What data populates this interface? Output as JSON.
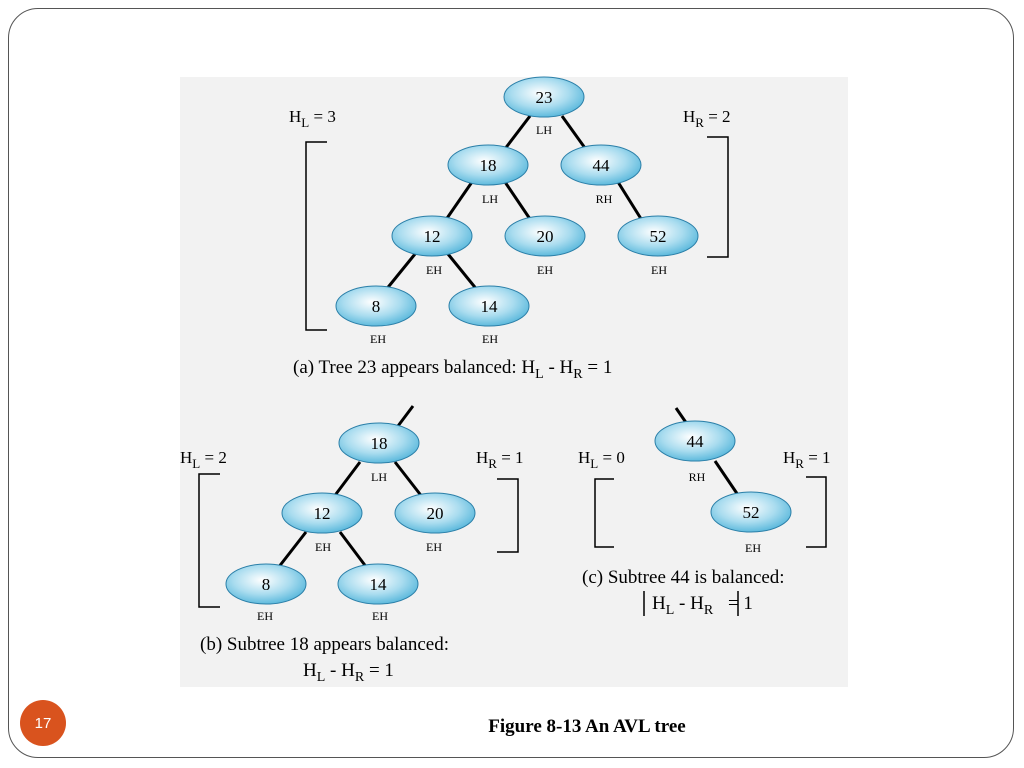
{
  "slide": {
    "page_number": "17",
    "caption": "Figure 8-13 An AVL tree"
  },
  "colors": {
    "node_fill_center": "#ffffff",
    "node_fill_edge": "#4fb3d9",
    "node_stroke": "#2b7fa8",
    "badge": "#d9531e"
  },
  "panel_a": {
    "hl": "H",
    "hl_sub": "L",
    "hl_val": " = 3",
    "hr": "H",
    "hr_sub": "R",
    "hr_val": " = 2",
    "caption_pre": "(a) Tree 23 appears balanced: H",
    "caption_sub1": "L",
    "caption_mid": " - H",
    "caption_sub2": "R",
    "caption_post": " = 1",
    "nodes": [
      {
        "key": "23",
        "bal": "LH"
      },
      {
        "key": "18",
        "bal": "LH"
      },
      {
        "key": "44",
        "bal": "RH"
      },
      {
        "key": "12",
        "bal": "EH"
      },
      {
        "key": "20",
        "bal": "EH"
      },
      {
        "key": "52",
        "bal": "EH"
      },
      {
        "key": "8",
        "bal": "EH"
      },
      {
        "key": "14",
        "bal": "EH"
      }
    ]
  },
  "panel_b": {
    "hl": "H",
    "hl_sub": "L",
    "hl_val": " = 2",
    "hr": "H",
    "hr_sub": "R",
    "hr_val": " = 1",
    "caption_line1": "(b) Subtree 18 appears balanced:",
    "caption2_pre": "H",
    "caption2_sub1": "L",
    "caption2_mid": " - H",
    "caption2_sub2": "R",
    "caption2_post": " = 1",
    "nodes": [
      {
        "key": "18",
        "bal": "LH"
      },
      {
        "key": "12",
        "bal": "EH"
      },
      {
        "key": "20",
        "bal": "EH"
      },
      {
        "key": "8",
        "bal": "EH"
      },
      {
        "key": "14",
        "bal": "EH"
      }
    ]
  },
  "panel_c": {
    "hl": "H",
    "hl_sub": "L",
    "hl_val": " = 0",
    "hr": "H",
    "hr_sub": "R",
    "hr_val": " = 1",
    "caption_line1": "(c) Subtree 44 is balanced:",
    "caption2_pre": "H",
    "caption2_sub1": "L",
    "caption2_mid": " - H",
    "caption2_sub2": "R",
    "caption2_post": " = 1",
    "nodes": [
      {
        "key": "44",
        "bal": "RH"
      },
      {
        "key": "52",
        "bal": "EH"
      }
    ]
  }
}
